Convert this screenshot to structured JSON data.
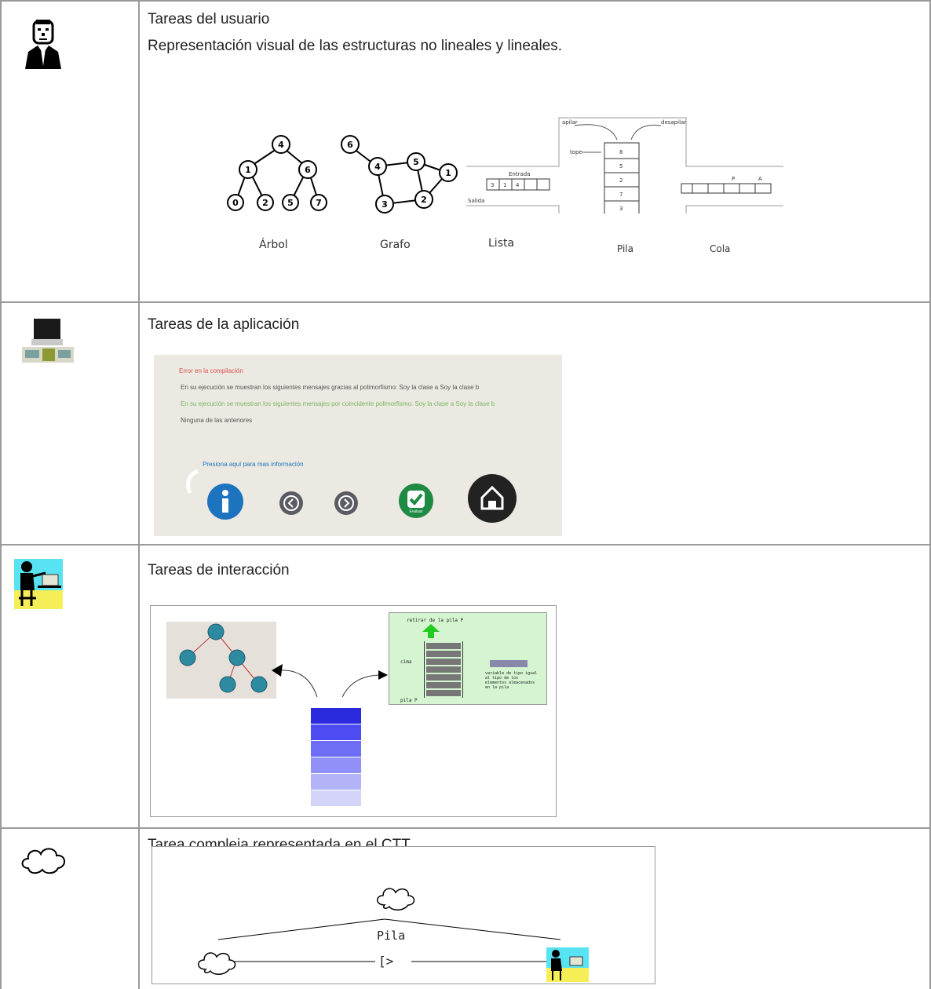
{
  "rows": [
    {
      "title": "Tareas del usuario",
      "subtitle": "Representación visual de las estructuras no lineales y lineales.",
      "icon": "user-icon",
      "figure": {
        "labels": [
          "Árbol",
          "Grafo",
          "Lista",
          "Pila",
          "Cola"
        ],
        "tree_nodes": [
          "4",
          "1",
          "6",
          "0",
          "2",
          "5",
          "7"
        ],
        "graph_nodes": [
          "6",
          "4",
          "5",
          "1",
          "2",
          "3"
        ],
        "stack_values": [
          "8",
          "5",
          "2",
          "7",
          "3"
        ],
        "stack_labels": {
          "push": "apilar",
          "pop": "desapilar",
          "top": "tope"
        },
        "list_labels": {
          "in": "Entrada",
          "out": "Salida",
          "values": [
            "3",
            "1",
            "4"
          ]
        },
        "queue_labels": [
          "P",
          "A"
        ]
      }
    },
    {
      "title": "Tareas de la aplicación",
      "icon": "application-computer-icon",
      "figure": {
        "options": [
          "Error en la compilación",
          "En su ejecución se muestran los siguientes mensajes gracias al polimorfismo: Soy la clase a Soy la clase b",
          "En su ejecución se muestran los siguientes mensajes por coincidente polimorfismo: Soy la clase a Soy la clase b",
          "Ninguna de las anteriores"
        ],
        "info_link": "Presiona aquí para mas información",
        "evaluate_label": "Evaluar",
        "colors": {
          "error": "#d9534f",
          "highlight": "#7bb661",
          "info": "#1e73be",
          "ok": "#1e8a43",
          "home": "#222222"
        }
      }
    },
    {
      "title": "Tareas de interacción",
      "icon": "interaction-user-icon",
      "figure": {
        "stack_title": "retirar de la pila P",
        "top_label": "cima",
        "pile_label": "pila P",
        "note": "variable de tipo igual al tipo de los elementos almacenados en la pila",
        "stack_colors": [
          "#2a2adf",
          "#4c4cf2",
          "#6d6df6",
          "#9090f8",
          "#b3b3fa",
          "#d4d4fb"
        ]
      }
    },
    {
      "title": "Tarea compleja representada en el CTT",
      "icon": "abstract-task-cloud-icon",
      "figure": {
        "node_label": "Pila",
        "operator": "[>"
      }
    }
  ]
}
